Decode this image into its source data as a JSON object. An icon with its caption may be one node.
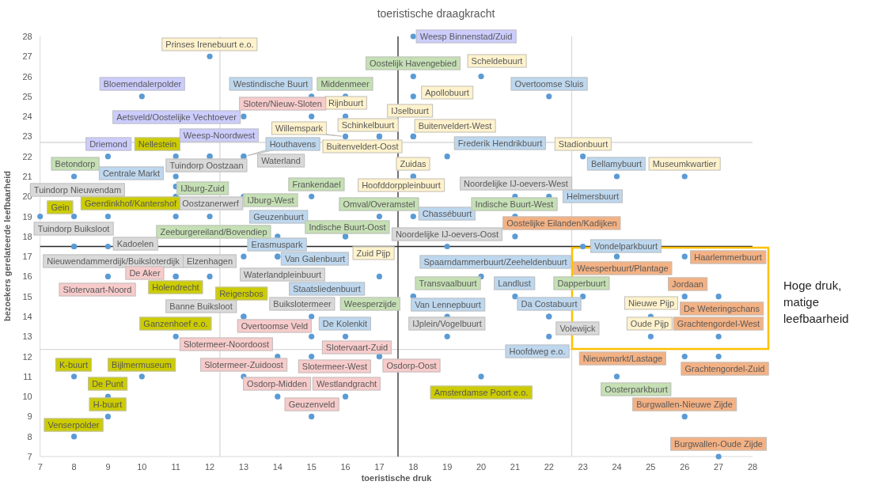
{
  "diagram": {
    "chart_data": {
      "type": "scatter",
      "title": "toeristische draagkracht",
      "xlabel": "toeristische druk",
      "ylabel": "bezoekers gerelateerde leefbaarheid",
      "xlim": [
        7,
        28
      ],
      "ylim": [
        7,
        28
      ],
      "xticks": [
        7,
        8,
        9,
        10,
        11,
        12,
        13,
        14,
        15,
        16,
        17,
        18,
        19,
        20,
        21,
        22,
        23,
        24,
        25,
        26,
        27,
        28
      ],
      "yticks": [
        7,
        8,
        9,
        10,
        11,
        12,
        13,
        14,
        15,
        16,
        17,
        18,
        19,
        20,
        21,
        22,
        23,
        24,
        25,
        26,
        27,
        28
      ],
      "series": [
        {
          "color": "#5b9bd5",
          "x": [
            18,
            10,
            13,
            9,
            12,
            12,
            20,
            18,
            16,
            17,
            18,
            18,
            16,
            17,
            23,
            26,
            18,
            18,
            16,
            25,
            25,
            15,
            22,
            13,
            19,
            11,
            24,
            22,
            14,
            18,
            14,
            14,
            23,
            20,
            17,
            21,
            19,
            22,
            16,
            22,
            18,
            16,
            8,
            11,
            15,
            13,
            17,
            21,
            11,
            16,
            18,
            18,
            23,
            24,
            12,
            13,
            7,
            12,
            8,
            9,
            8,
            12,
            13,
            13,
            15,
            21,
            19,
            19,
            22,
            15,
            11,
            9,
            15,
            14,
            17,
            13,
            15,
            14,
            16,
            15,
            17,
            21,
            26,
            24,
            26,
            27,
            27,
            26,
            27,
            26,
            27,
            11,
            8,
            9,
            11,
            13,
            11,
            8,
            10,
            9,
            9,
            8,
            20,
            11
          ],
          "values": [
            28,
            25,
            24,
            22,
            22,
            27,
            26,
            25,
            24,
            23,
            23,
            23,
            23,
            23,
            22,
            21,
            21,
            21,
            18,
            14,
            13,
            25,
            25,
            22,
            22,
            21,
            21,
            20,
            18,
            19,
            17,
            17,
            17.5,
            16,
            16,
            15,
            14,
            14,
            13,
            13,
            26,
            25,
            21,
            20.5,
            20,
            20,
            19,
            19,
            19,
            18,
            15,
            15,
            15,
            11,
            22,
            22,
            19,
            19,
            17.5,
            17.5,
            17.5,
            16,
            17,
            14,
            14,
            20,
            17.5,
            13,
            14,
            24,
            16,
            16,
            13,
            12,
            12,
            11,
            12,
            10,
            10,
            9,
            12,
            18,
            17,
            17,
            15,
            15,
            13,
            12,
            12,
            9,
            7,
            22,
            19,
            19,
            16,
            14,
            13,
            11,
            11,
            10,
            9,
            8,
            11,
            20
          ]
        }
      ],
      "ref_lines": [
        {
          "axis": "x",
          "value": 12.3,
          "color": "#d9d9d9"
        },
        {
          "axis": "x",
          "value": 22.67,
          "color": "#d9d9d9"
        },
        {
          "axis": "y",
          "value": 22.7,
          "color": "#d9d9d9"
        },
        {
          "axis": "y",
          "value": 12.35,
          "color": "#d9d9d9"
        },
        {
          "axis": "x",
          "value": 17.55,
          "color": "#262626"
        },
        {
          "axis": "y",
          "value": 17.5,
          "color": "#262626"
        }
      ],
      "annotations": [
        {
          "x": 18,
          "y": 28,
          "text": "Weesp Binnenstad/Zuid"
        },
        {
          "x": 10,
          "y": 25,
          "text": "Bloemendalerpolder"
        },
        {
          "x": 13,
          "y": 24,
          "text": "Aetsveld/Oostelijke Vechtoever"
        },
        {
          "x": 9,
          "y": 22,
          "text": "Driemond"
        },
        {
          "x": 12,
          "y": 22,
          "text": "Weesp-Noordwest"
        },
        {
          "x": 12,
          "y": 27,
          "text": "Prinses Irenebuurt e.o."
        },
        {
          "x": 20,
          "y": 26,
          "text": "Scheldebuurt"
        },
        {
          "x": 18,
          "y": 25,
          "text": "Apollobuurt"
        },
        {
          "x": 16,
          "y": 24,
          "text": "Rijnbuurt"
        },
        {
          "x": 17,
          "y": 23,
          "text": "Schinkelbuurt"
        },
        {
          "x": 18,
          "y": 23,
          "text": "IJselbuurt"
        },
        {
          "x": 18,
          "y": 23,
          "text": "Buitenveldert-West"
        },
        {
          "x": 16,
          "y": 23,
          "text": "Willemspark"
        },
        {
          "x": 17,
          "y": 23,
          "text": "Buitenveldert-Oost"
        },
        {
          "x": 23,
          "y": 22,
          "text": "Stadionbuurt"
        },
        {
          "x": 26,
          "y": 21,
          "text": "Museumkwartier"
        },
        {
          "x": 18,
          "y": 21,
          "text": "Zuidas"
        },
        {
          "x": 18,
          "y": 21,
          "text": "Hoofddorppleinbuurt"
        },
        {
          "x": 16,
          "y": 18,
          "text": "Zuid Pijp"
        },
        {
          "x": 25,
          "y": 14,
          "text": "Nieuwe Pijp"
        },
        {
          "x": 25,
          "y": 13,
          "text": "Oude Pijp"
        },
        {
          "x": 15,
          "y": 25,
          "text": "Westindische Buurt"
        },
        {
          "x": 22,
          "y": 25,
          "text": "Overtoomse Sluis"
        },
        {
          "x": 13,
          "y": 22,
          "text": "Houthavens"
        },
        {
          "x": 19,
          "y": 22,
          "text": "Frederik Hendrikbuurt"
        },
        {
          "x": 11,
          "y": 21,
          "text": "Centrale Markt"
        },
        {
          "x": 24,
          "y": 21,
          "text": "Bellamybuurt"
        },
        {
          "x": 22,
          "y": 20,
          "text": "Helmersbuurt"
        },
        {
          "x": 14,
          "y": 18,
          "text": "Geuzenbuurt"
        },
        {
          "x": 18,
          "y": 19,
          "text": "Chassébuurt"
        },
        {
          "x": 14,
          "y": 17,
          "text": "Erasmuspark"
        },
        {
          "x": 14,
          "y": 17,
          "text": "Van Galenbuurt"
        },
        {
          "x": 23,
          "y": 17.5,
          "text": "Vondelparkbuurt"
        },
        {
          "x": 20,
          "y": 16,
          "text": "Spaarndammerbuurt/Zeeheldenbuurt"
        },
        {
          "x": 17,
          "y": 16,
          "text": "Staatsliedenbuurt"
        },
        {
          "x": 21,
          "y": 15,
          "text": "Landlust"
        },
        {
          "x": 19,
          "y": 14,
          "text": "Van Lennepbuurt"
        },
        {
          "x": 22,
          "y": 14,
          "text": "Da Costabuurt"
        },
        {
          "x": 16,
          "y": 13,
          "text": "De Kolenkit"
        },
        {
          "x": 22,
          "y": 13,
          "text": "Hoofdweg e.o."
        },
        {
          "x": 18,
          "y": 26,
          "text": "Oostelijk Havengebied"
        },
        {
          "x": 16,
          "y": 25,
          "text": "Middenmeer"
        },
        {
          "x": 8,
          "y": 21,
          "text": "Betondorp"
        },
        {
          "x": 11,
          "y": 20.5,
          "text": "IJburg-Zuid"
        },
        {
          "x": 15,
          "y": 20,
          "text": "Frankendael"
        },
        {
          "x": 13,
          "y": 20,
          "text": "IJburg-West"
        },
        {
          "x": 17,
          "y": 19,
          "text": "Omval/Overamstel"
        },
        {
          "x": 21,
          "y": 19,
          "text": "Indische Buurt-West"
        },
        {
          "x": 11,
          "y": 19,
          "text": "Zeeburgereiland/Bovendiep"
        },
        {
          "x": 16,
          "y": 18,
          "text": "Indische Buurt-Oost"
        },
        {
          "x": 18,
          "y": 15,
          "text": "Transvaalbuurt"
        },
        {
          "x": 18,
          "y": 15,
          "text": "Weesperzijde"
        },
        {
          "x": 23,
          "y": 15,
          "text": "Dapperbuurt"
        },
        {
          "x": 24,
          "y": 11,
          "text": "Oosterparkbuurt"
        },
        {
          "x": 12,
          "y": 22,
          "text": "Tuindorp Oostzaan"
        },
        {
          "x": 13,
          "y": 22,
          "text": "Waterland"
        },
        {
          "x": 7,
          "y": 19,
          "text": "Tuindorp Nieuwendam"
        },
        {
          "x": 12,
          "y": 19,
          "text": "Oostzanerwerf"
        },
        {
          "x": 8,
          "y": 17.5,
          "text": "Tuindorp Buiksloot"
        },
        {
          "x": 9,
          "y": 17.5,
          "text": "Kadoelen"
        },
        {
          "x": 8,
          "y": 17.5,
          "text": "Nieuwendammerdijk/Buiksloterdijk"
        },
        {
          "x": 12,
          "y": 16,
          "text": "Elzenhagen"
        },
        {
          "x": 13,
          "y": 17,
          "text": "Waterlandpleinbuurt"
        },
        {
          "x": 13,
          "y": 14,
          "text": "Banne Buiksloot"
        },
        {
          "x": 15,
          "y": 14,
          "text": "Buikslotermeer"
        },
        {
          "x": 21,
          "y": 20,
          "text": "Noordelijke IJ-oevers-West"
        },
        {
          "x": 19,
          "y": 17.5,
          "text": "Noordelijke IJ-oevers-Oost"
        },
        {
          "x": 19,
          "y": 13,
          "text": "IJplein/Vogelbuurt"
        },
        {
          "x": 22,
          "y": 14,
          "text": "Volewijck"
        },
        {
          "x": 15,
          "y": 24,
          "text": "Sloten/Nieuw-Sloten"
        },
        {
          "x": 11,
          "y": 16,
          "text": "De Aker"
        },
        {
          "x": 9,
          "y": 16,
          "text": "Slotervaart-Noord"
        },
        {
          "x": 15,
          "y": 13,
          "text": "Overtoomse Veld"
        },
        {
          "x": 14,
          "y": 12,
          "text": "Slotermeer-Noordoost"
        },
        {
          "x": 17,
          "y": 12,
          "text": "Slotervaart-Zuid"
        },
        {
          "x": 13,
          "y": 11,
          "text": "Slotermeer-Zuidoost"
        },
        {
          "x": 15,
          "y": 12,
          "text": "Slotermeer-West"
        },
        {
          "x": 14,
          "y": 10,
          "text": "Osdorp-Midden"
        },
        {
          "x": 16,
          "y": 10,
          "text": "Westlandgracht"
        },
        {
          "x": 15,
          "y": 9,
          "text": "Geuzenveld"
        },
        {
          "x": 17,
          "y": 12,
          "text": "Osdorp-Oost"
        },
        {
          "x": 21,
          "y": 18,
          "text": "Oostelijke Eilanden/Kadijken"
        },
        {
          "x": 26,
          "y": 17,
          "text": "Haarlemmerbuurt"
        },
        {
          "x": 24,
          "y": 17,
          "text": "Weesperbuurt/Plantage"
        },
        {
          "x": 26,
          "y": 15,
          "text": "Jordaan"
        },
        {
          "x": 27,
          "y": 15,
          "text": "De Weteringschans"
        },
        {
          "x": 27,
          "y": 13,
          "text": "Grachtengordel-West"
        },
        {
          "x": 26,
          "y": 12,
          "text": "Nieuwmarkt/Lastage"
        },
        {
          "x": 27,
          "y": 12,
          "text": "Grachtengordel-Zuid"
        },
        {
          "x": 26,
          "y": 9,
          "text": "Burgwallen-Nieuwe Zijde"
        },
        {
          "x": 27,
          "y": 7,
          "text": "Burgwallen-Oude Zijde"
        },
        {
          "x": 11,
          "y": 22,
          "text": "Nellestein"
        },
        {
          "x": 8,
          "y": 19,
          "text": "Gein"
        },
        {
          "x": 9,
          "y": 19,
          "text": "Geerdinkhof/Kantershof"
        },
        {
          "x": 11,
          "y": 16,
          "text": "Holendrecht"
        },
        {
          "x": 13,
          "y": 14,
          "text": "Reigersbos"
        },
        {
          "x": 11,
          "y": 13,
          "text": "Ganzenhoef e.o."
        },
        {
          "x": 8,
          "y": 11,
          "text": "K-buurt"
        },
        {
          "x": 10,
          "y": 11,
          "text": "Bijlmermuseum"
        },
        {
          "x": 9,
          "y": 10,
          "text": "De Punt"
        },
        {
          "x": 9,
          "y": 9,
          "text": "H-buurt"
        },
        {
          "x": 8,
          "y": 8,
          "text": "Venserpolder"
        },
        {
          "x": 20,
          "y": 11,
          "text": "Amsterdamse Poort e.o."
        },
        "Hoge druk, matige leefbaarheid"
      ]
    }
  }
}
